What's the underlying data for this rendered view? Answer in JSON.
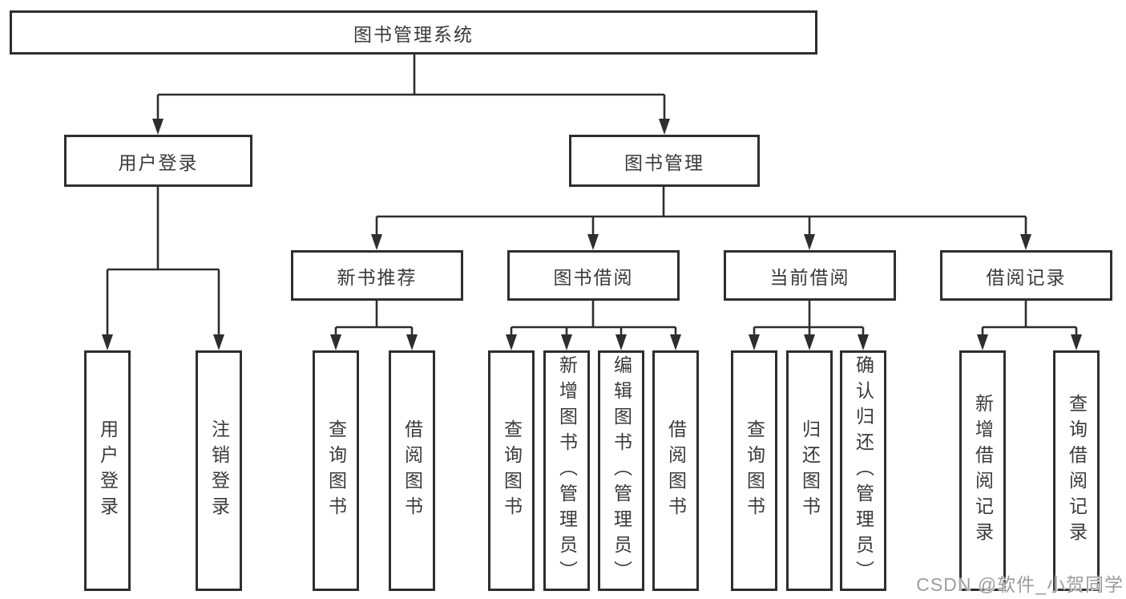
{
  "diagram_type": "hierarchy",
  "tree": {
    "root": {
      "label": "图书管理系统"
    },
    "level2": [
      {
        "label": "用户登录",
        "children": [
          "用户登录",
          "注销登录"
        ]
      },
      {
        "label": "图书管理"
      }
    ],
    "level3": [
      {
        "label": "新书推荐",
        "children": [
          "查询图书",
          "借阅图书"
        ]
      },
      {
        "label": "图书借阅",
        "children": [
          "查询图书",
          "新增图书（管理员）",
          "编辑图书（管理员）",
          "借阅图书"
        ]
      },
      {
        "label": "当前借阅",
        "children": [
          "查询图书",
          "归还图书",
          "确认归还（管理员）"
        ]
      },
      {
        "label": "借阅记录",
        "children": [
          "新增借阅记录",
          "查询借阅记录"
        ]
      }
    ]
  },
  "watermark": {
    "text": "CSDN @软件_小贺同学",
    "color": "#a29b9b"
  },
  "colors": {
    "line": "#2e2e2e",
    "box_border": "#2e2e2e",
    "text": "#3a3a3a",
    "background": "#ffffff"
  }
}
